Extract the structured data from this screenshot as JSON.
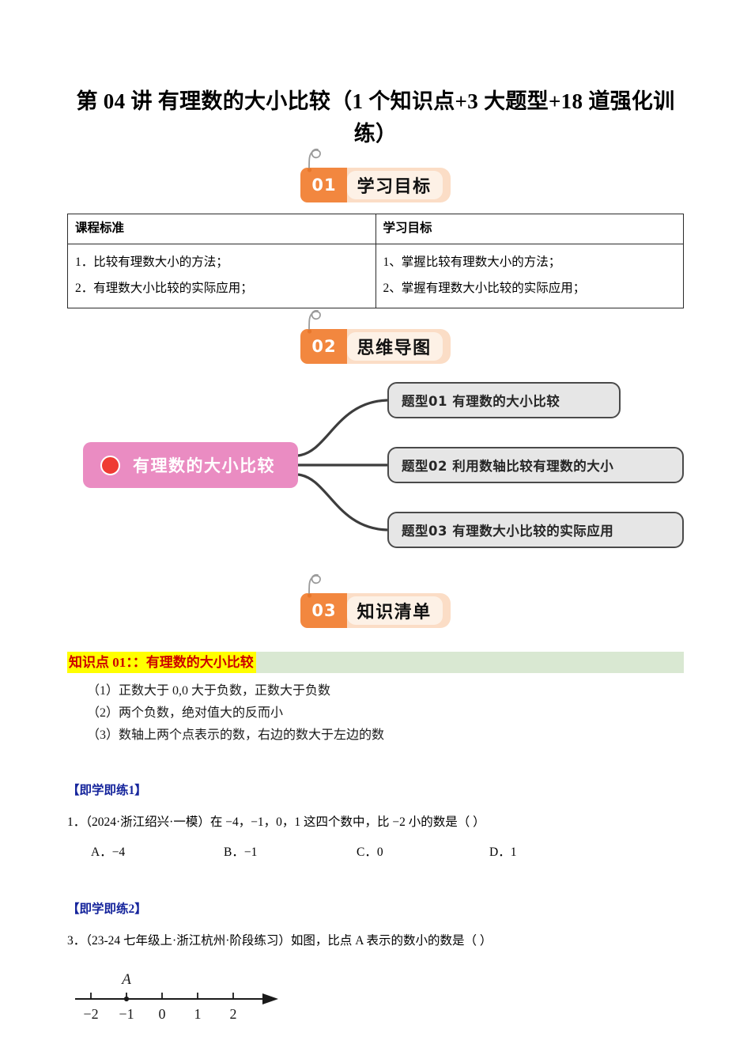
{
  "document": {
    "title": "第 04 讲 有理数的大小比较（1 个知识点+3 大题型+18 道强化训练）"
  },
  "sections": {
    "objectives": {
      "badge_number": "01",
      "badge_label": "学习目标",
      "badge_clip_icon": "paper-clip-curl-icon",
      "table": {
        "headers": [
          "课程标准",
          "学习目标"
        ],
        "left_rows": [
          "1．比较有理数大小的方法；",
          "2．有理数大小比较的实际应用；"
        ],
        "right_rows": [
          "1、掌握比较有理数大小的方法；",
          "2、掌握有理数大小比较的实际应用；"
        ]
      }
    },
    "mindmap": {
      "badge_number": "02",
      "badge_label": "思维导图",
      "root_label": "有理数的大小比较",
      "root_bullet_icon": "red-circle-icon",
      "root_color": "#ea8cc2",
      "branch_color": "#e6e6e6",
      "branches": [
        "题型01  有理数的大小比较",
        "题型02  利用数轴比较有理数的大小",
        "题型03  有理数大小比较的实际应用"
      ]
    },
    "knowledge": {
      "badge_number": "03",
      "badge_label": "知识清单",
      "point_title": "知识点 01：：有理数的大小比较",
      "point_title_color": "#cc0000",
      "point_highlight_color": "#ffff00",
      "band_color": "#d9e8d2",
      "rules": [
        "（1）正数大于 0,0 大于负数，正数大于负数",
        "（2）两个负数，绝对值大的反而小",
        "（3）数轴上两个点表示的数，右边的数大于左边的数"
      ]
    },
    "practice1": {
      "heading": "【即学即练1】",
      "heading_color": "#16259c",
      "question": "1．（2024·浙江绍兴·一模）在 −4，−1，0，1 这四个数中，比 −2 小的数是（    ）",
      "options": [
        "A．−4",
        "B．−1",
        "C．0",
        "D．1"
      ]
    },
    "practice2": {
      "heading": "【即学即练2】",
      "heading_color": "#16259c",
      "question": "3．（23-24 七年级上·浙江杭州·阶段练习）如图，比点 A 表示的数小的数是（    ）",
      "figure": {
        "type": "number-line",
        "point_label": "A",
        "point_value": "−1",
        "ticks": [
          "−2",
          "−1",
          "0",
          "1",
          "2"
        ],
        "arrow_direction": "right"
      }
    }
  }
}
